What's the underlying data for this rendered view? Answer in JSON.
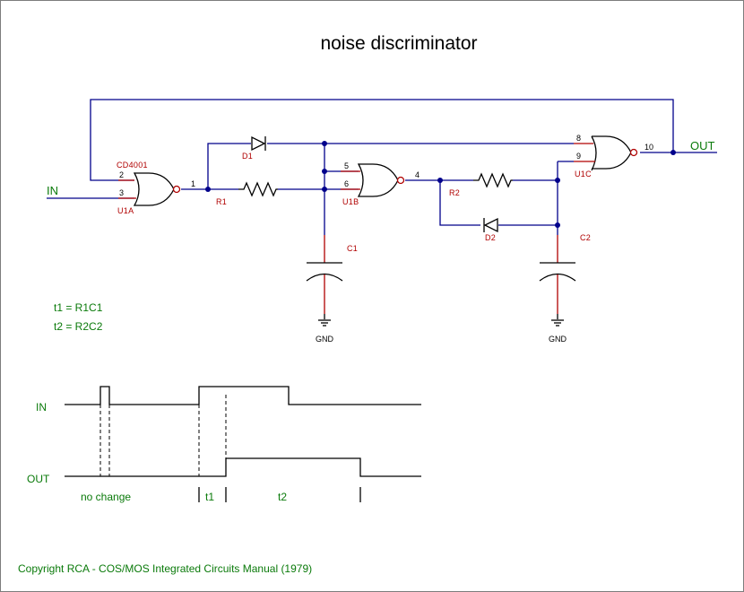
{
  "title": "noise discriminator",
  "signals": {
    "in": "IN",
    "out": "OUT"
  },
  "components": {
    "u1a_part": "CD4001",
    "u1a": "U1A",
    "u1b": "U1B",
    "u1c": "U1C",
    "r1": "R1",
    "r2": "R2",
    "d1": "D1",
    "d2": "D2",
    "c1": "C1",
    "c2": "C2",
    "gnd": "GND"
  },
  "pins": {
    "p2": "2",
    "p3": "3",
    "p1": "1",
    "p5": "5",
    "p6": "6",
    "p4": "4",
    "p8": "8",
    "p9": "9",
    "p10": "10"
  },
  "equations": {
    "t1": "t1 = R1C1",
    "t2": "t2 = R2C2"
  },
  "timing": {
    "in_label": "IN",
    "out_label": "OUT",
    "no_change": "no change",
    "t1": "t1",
    "t2": "t2"
  },
  "footer": "Copyright RCA - COS/MOS Integrated Circuits Manual (1979)",
  "colors": {
    "wire": "#00008b",
    "component": "#b00000",
    "label": "#0a7a0a"
  }
}
